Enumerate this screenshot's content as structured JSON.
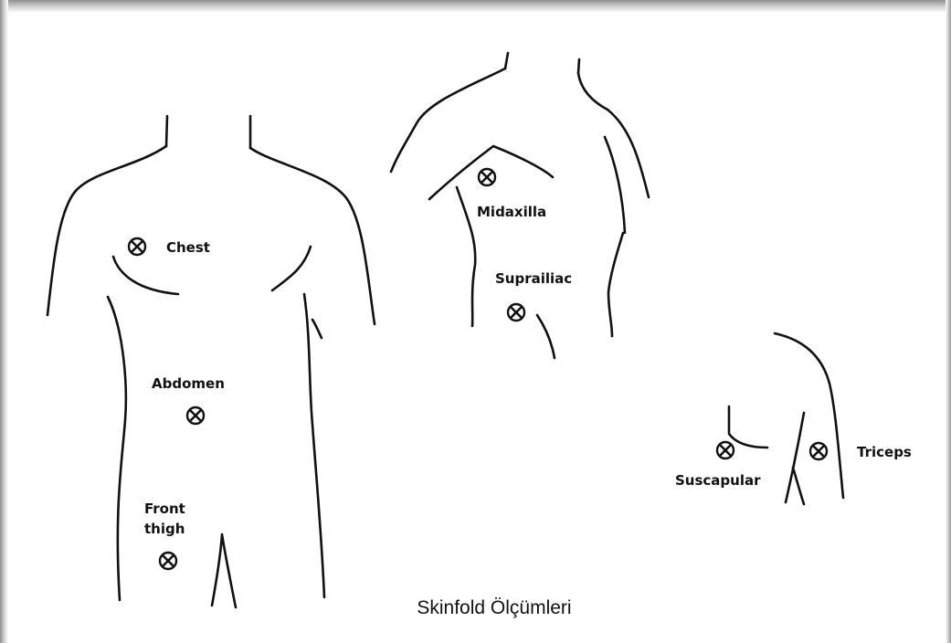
{
  "figure": {
    "caption": "Skinfold Ölçümleri",
    "line_color": "#111111",
    "background": "#ffffff"
  },
  "sites": {
    "chest": "Chest",
    "abdomen": "Abdomen",
    "front_thigh": "Front\nthigh",
    "midaxilla": "Midaxilla",
    "suprailiac": "Suprailiac",
    "subscapular": "Suscapular",
    "triceps": "Triceps"
  },
  "marker_icon": "circled-x-icon"
}
